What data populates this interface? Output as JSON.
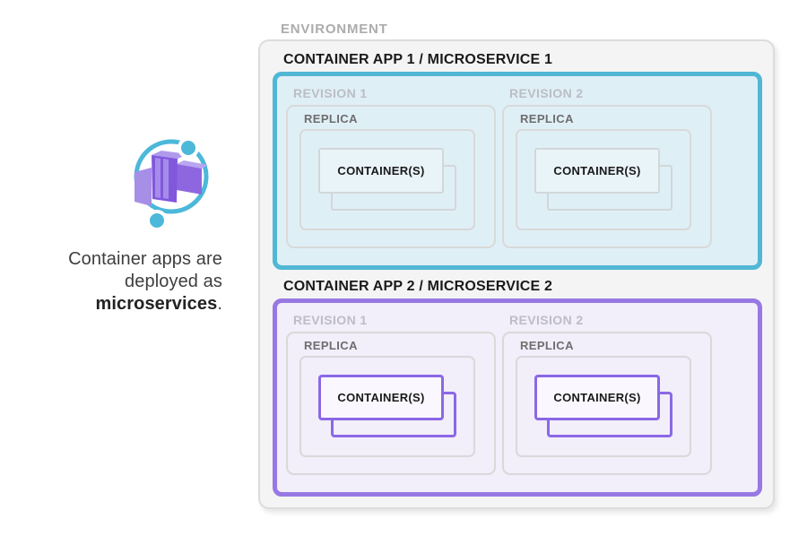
{
  "colors": {
    "teal": "#50B7D4",
    "tealFill": "#DFEFF6",
    "purple": "#9879E3",
    "purpleFill": "#F2EEFA",
    "purpleContainer": "#8B68E6",
    "grayBorder": "#D9D9D9",
    "envBg": "#F4F4F5",
    "envBorder": "#DCDCDC",
    "envLabel": "#ACACAC",
    "titleText": "#1A1A1A",
    "revisionLabel": "#BCBDC6",
    "replicaLabel": "#6E6E6E",
    "captionText": "#3E3E3E",
    "iconTeal": "#4CB8DA",
    "iconPurpleDark": "#8158DC",
    "iconPurpleMid": "#8E67E0",
    "iconPurpleLight": "#B09AEC"
  },
  "caption": {
    "line1": "Container apps are",
    "line2": "deployed as",
    "emphasis": "microservices",
    "suffix": "."
  },
  "environment": {
    "label": "ENVIRONMENT",
    "apps": [
      {
        "title": "CONTAINER APP 1 / MICROSERVICE 1",
        "revisions": [
          {
            "label": "REVISION 1",
            "replica": "REPLICA",
            "containers": "CONTAINER(S)"
          },
          {
            "label": "REVISION 2",
            "replica": "REPLICA",
            "containers": "CONTAINER(S)"
          }
        ]
      },
      {
        "title": "CONTAINER APP 2 / MICROSERVICE 2",
        "revisions": [
          {
            "label": "REVISION 1",
            "replica": "REPLICA",
            "containers": "CONTAINER(S)"
          },
          {
            "label": "REVISION 2",
            "replica": "REPLICA",
            "containers": "CONTAINER(S)"
          }
        ]
      }
    ]
  }
}
